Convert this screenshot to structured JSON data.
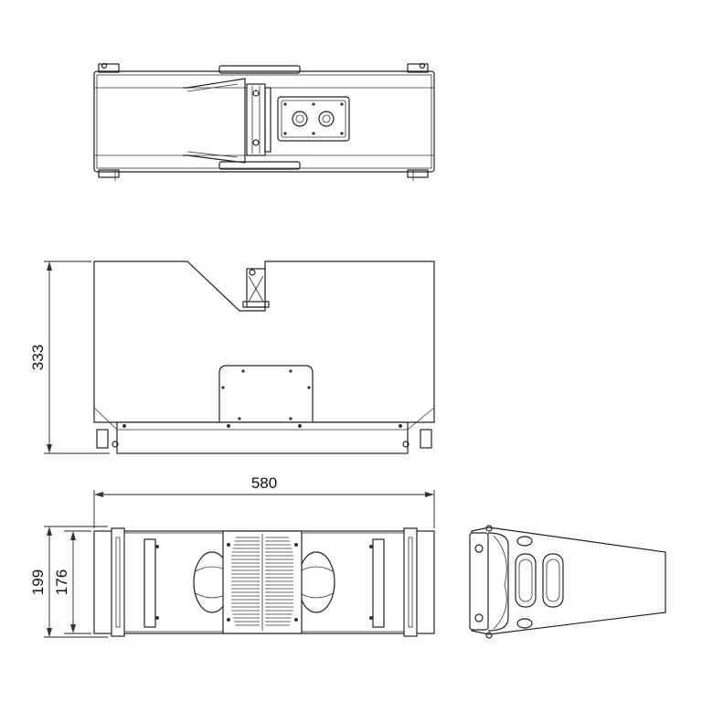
{
  "dimensions": {
    "width": "580",
    "height_side": "333",
    "height_front_outer": "199",
    "height_front_inner": "176"
  },
  "views": {
    "top": "top-view",
    "side": "side-view",
    "front": "front-view",
    "profile": "profile-view"
  }
}
